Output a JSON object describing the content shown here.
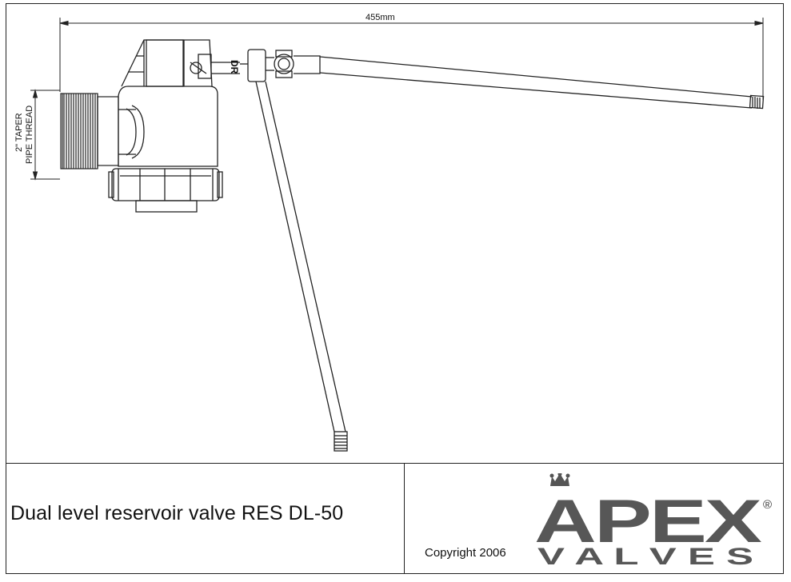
{
  "drawing": {
    "overall_length_label": "455mm",
    "thread_label_line1": "2\" TAPER",
    "thread_label_line2": "PIPE THREAD",
    "arm_marking": "DR"
  },
  "title_block": {
    "title": "Dual level reservoir valve RES DL-50",
    "copyright": "Copyright 2006"
  },
  "logo": {
    "brand_top": "APEX",
    "brand_bottom": "V A L V E S",
    "registered_mark": "®",
    "crown_icon": "crown-icon"
  }
}
